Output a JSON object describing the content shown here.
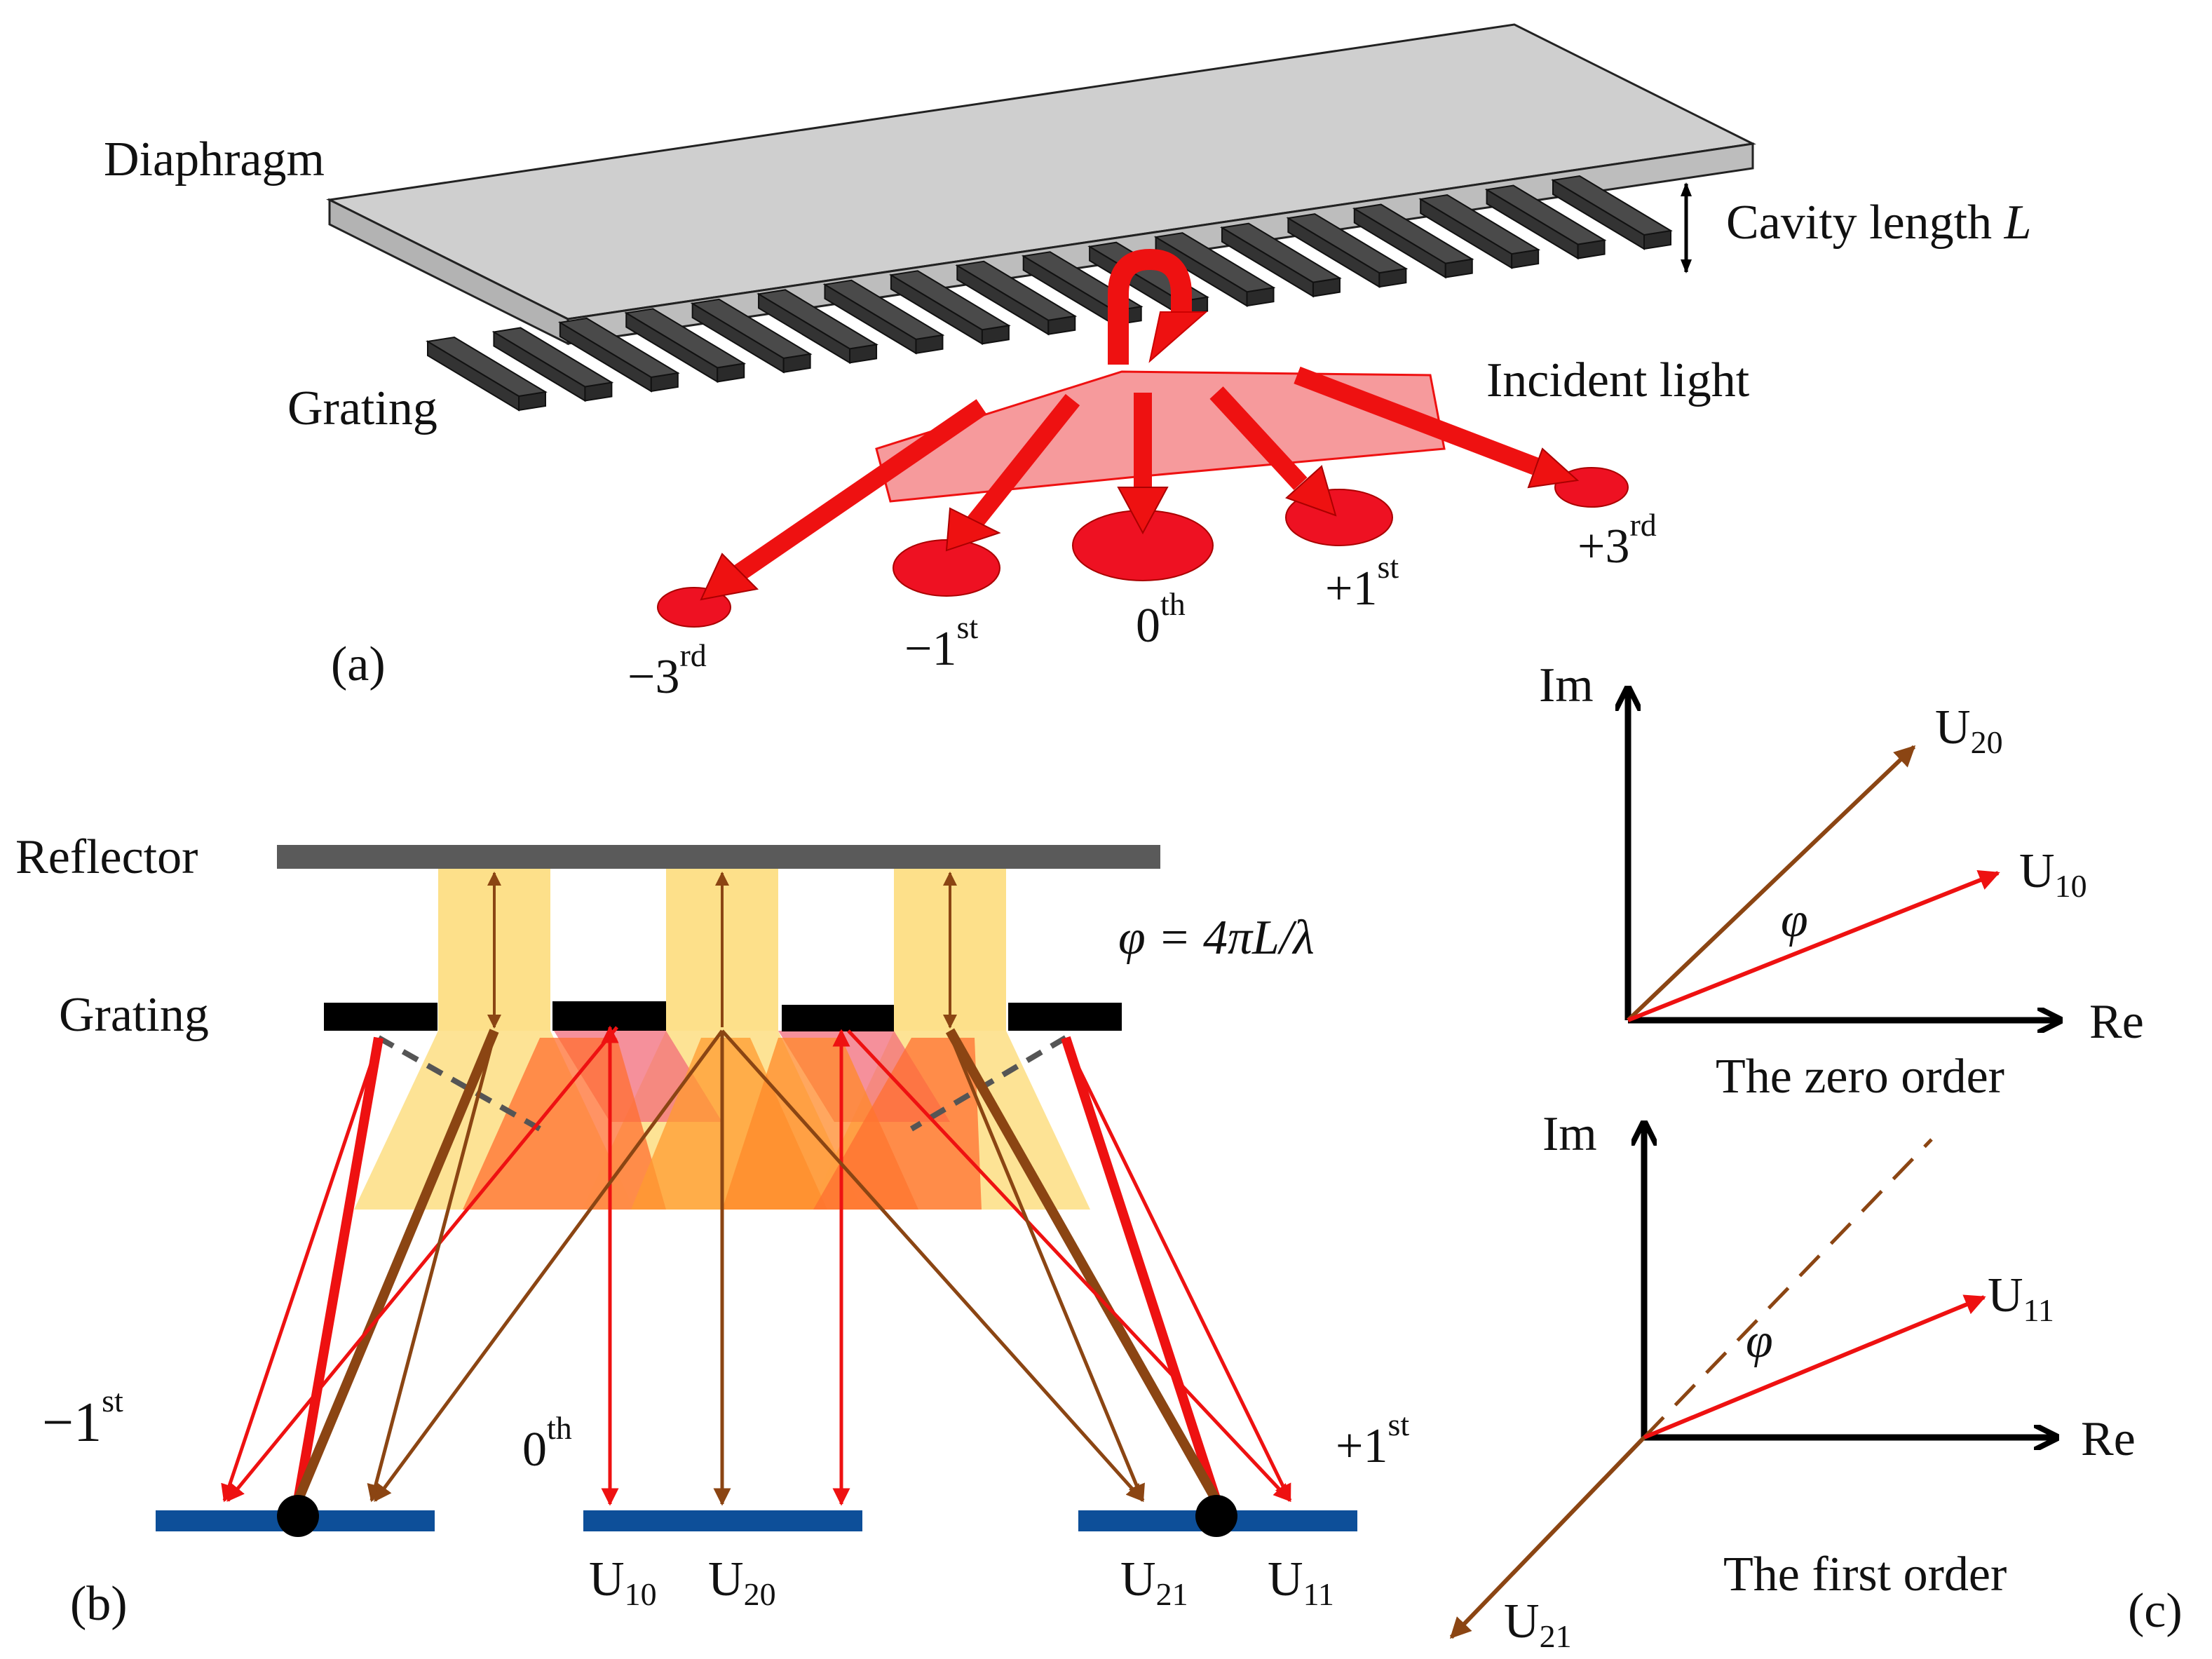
{
  "panel_a": {
    "label": "(a)",
    "diaphragm": "Diaphragm",
    "cavity_length": "Cavity length ",
    "cavity_symbol": "L",
    "grating": "Grating",
    "incident_light": "Incident light",
    "orders": [
      {
        "sign": "−3",
        "sup": "rd"
      },
      {
        "sign": "−1",
        "sup": "st"
      },
      {
        "sign": "0",
        "sup": "th"
      },
      {
        "sign": "+1",
        "sup": "st"
      },
      {
        "sign": "+3",
        "sup": "rd"
      }
    ]
  },
  "panel_b": {
    "label": "(b)",
    "reflector": "Reflector",
    "grating": "Grating",
    "phase_formula": "φ = 4πL/λ",
    "order_minus1": {
      "main": "−1",
      "sup": "st"
    },
    "order_zero": {
      "main": "0",
      "sup": "th"
    },
    "order_plus1": {
      "main": "+1",
      "sup": "st"
    },
    "fields": [
      {
        "main": "U",
        "sub": "10"
      },
      {
        "main": "U",
        "sub": "20"
      },
      {
        "main": "U",
        "sub": "21"
      },
      {
        "main": "U",
        "sub": "11"
      }
    ]
  },
  "panel_c": {
    "label": "(c)",
    "zero_order": {
      "im": "Im",
      "re": "Re",
      "phi": "φ",
      "u20": {
        "main": "U",
        "sub": "20"
      },
      "u10": {
        "main": "U",
        "sub": "10"
      },
      "caption": "The zero order"
    },
    "first_order": {
      "im": "Im",
      "re": "Re",
      "phi": "φ",
      "u11": {
        "main": "U",
        "sub": "11"
      },
      "u21": {
        "main": "U",
        "sub": "21"
      },
      "caption": "The first order"
    }
  },
  "colors": {
    "red": "#ee1111",
    "brown": "#8b4513",
    "diaphragm": "#c6c6c6",
    "grating_bar": "#444444",
    "detector": "#0d4f99",
    "yellow_beam": "#fde08a",
    "orange_overlap": "#ff7a3a"
  }
}
